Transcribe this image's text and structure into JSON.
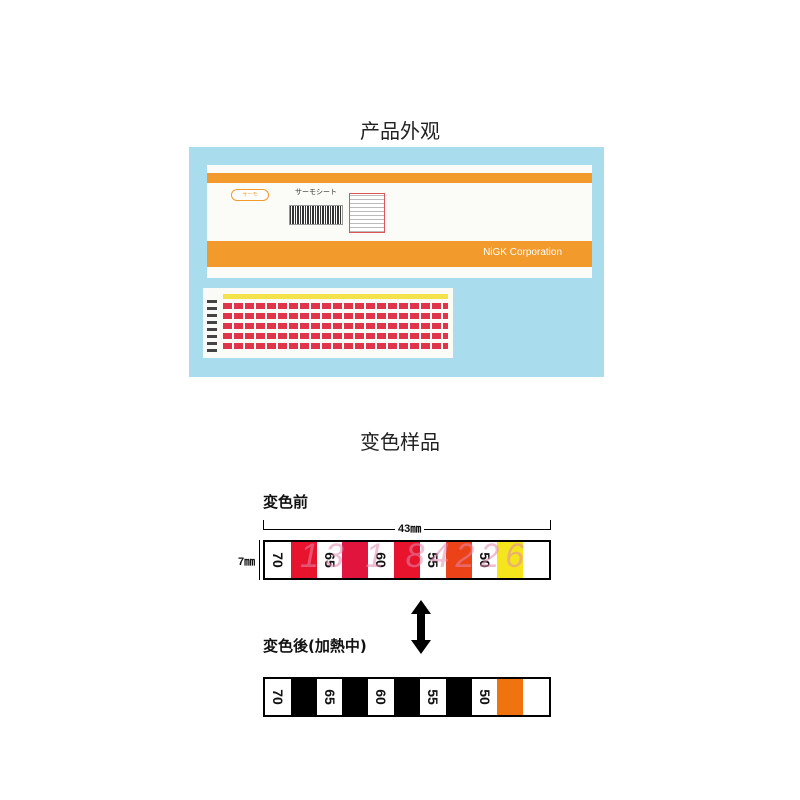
{
  "captions": {
    "appearance": "产品外观",
    "samples": "变色样品"
  },
  "photo": {
    "package_badge": "サーモ",
    "package_label": "サーモシート",
    "package_brand": "NiGK Corporation"
  },
  "diagram": {
    "before_label": "変色前",
    "after_label": "変色後(加熱中)",
    "width_dim": "43㎜",
    "height_dim": "7㎜",
    "watermark": "13  1  84226",
    "before_cells": [
      {
        "text": "70",
        "color": "#ffffff"
      },
      {
        "text": "",
        "color": "#e8142d"
      },
      {
        "text": "65",
        "color": "#ffffff"
      },
      {
        "text": "",
        "color": "#e0143c"
      },
      {
        "text": "60",
        "color": "#ffffff"
      },
      {
        "text": "",
        "color": "#e8142d"
      },
      {
        "text": "55",
        "color": "#ffffff"
      },
      {
        "text": "",
        "color": "#ec4218"
      },
      {
        "text": "50",
        "color": "#ffffff"
      },
      {
        "text": "",
        "color": "#f5e51c"
      },
      {
        "text": "",
        "color": "#ffffff"
      }
    ],
    "after_cells": [
      {
        "text": "70",
        "color": "#ffffff"
      },
      {
        "text": "",
        "color": "#000000"
      },
      {
        "text": "65",
        "color": "#ffffff"
      },
      {
        "text": "",
        "color": "#000000"
      },
      {
        "text": "60",
        "color": "#ffffff"
      },
      {
        "text": "",
        "color": "#000000"
      },
      {
        "text": "55",
        "color": "#ffffff"
      },
      {
        "text": "",
        "color": "#000000"
      },
      {
        "text": "50",
        "color": "#ffffff"
      },
      {
        "text": "",
        "color": "#ef7410"
      },
      {
        "text": "",
        "color": "#ffffff"
      }
    ]
  }
}
